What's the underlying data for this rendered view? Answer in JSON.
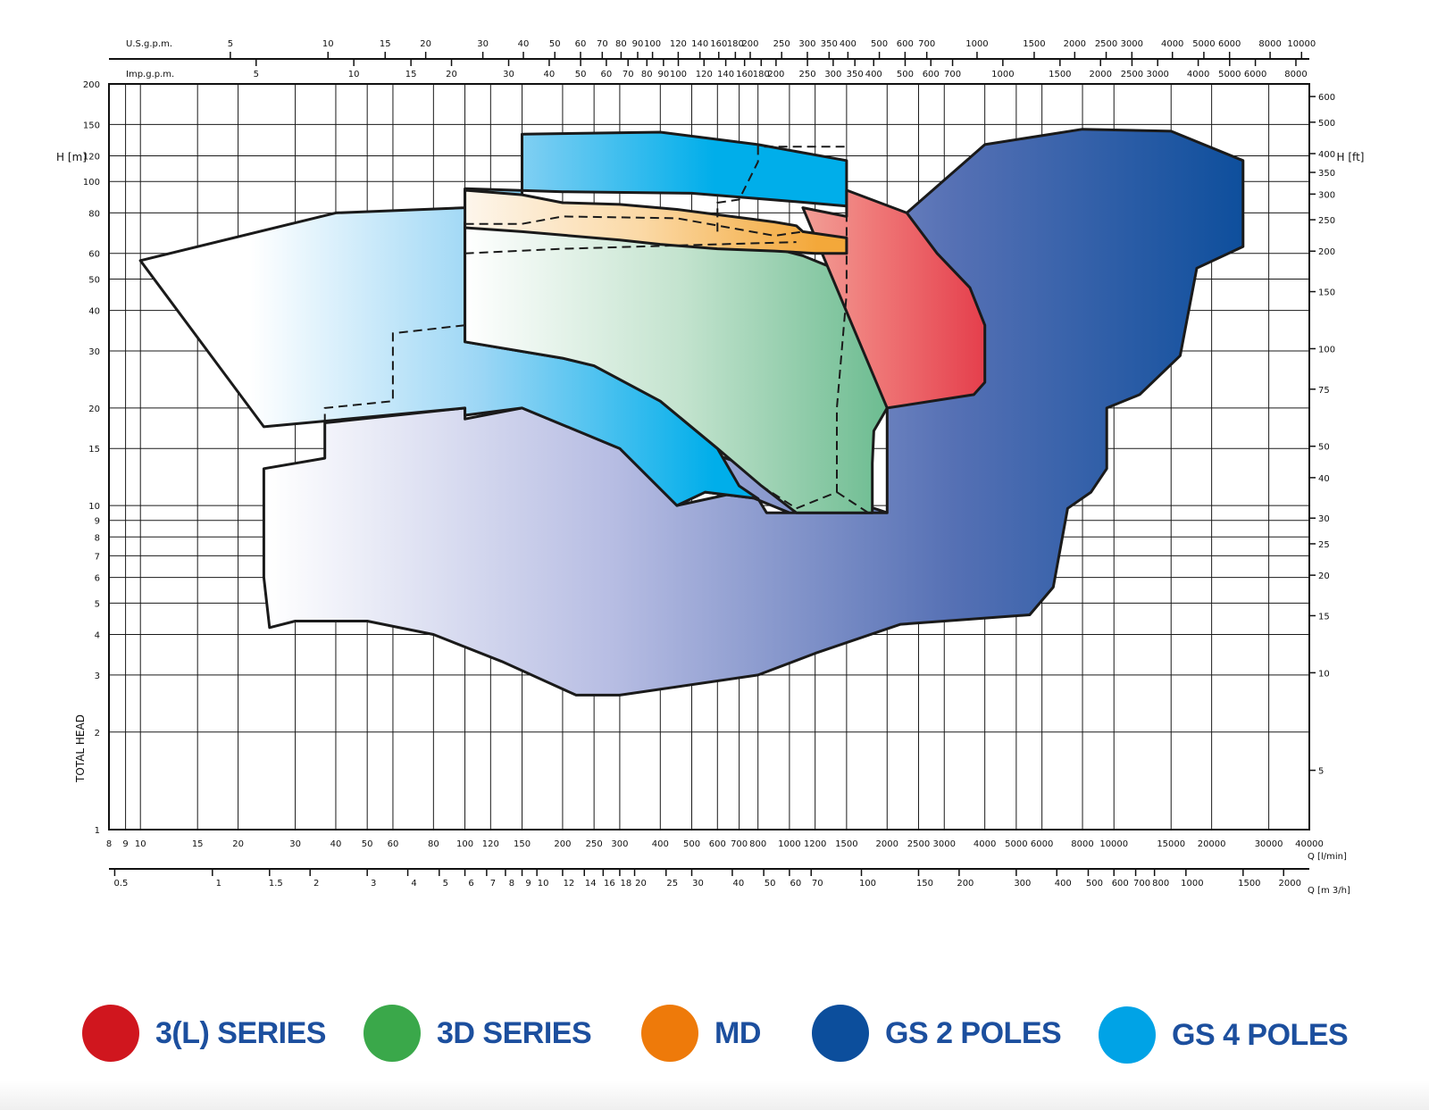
{
  "chart_data": {
    "type": "area",
    "scale": {
      "x": "log",
      "y": "log"
    },
    "x_axis_bottom_lmin": {
      "ticks": [
        "8",
        "9",
        "10",
        "15",
        "20",
        "30",
        "40",
        "50",
        "60",
        "80",
        "100",
        "120",
        "150",
        "200",
        "250",
        "300",
        "400",
        "500",
        "600",
        "700",
        "800",
        "1000",
        "1200",
        "1500",
        "2000",
        "2500",
        "3000",
        "4000",
        "5000",
        "6000",
        "8000",
        "10000",
        "15000",
        "20000",
        "30000",
        "40000"
      ],
      "label": "Q [l/min]",
      "range": [
        8,
        40000
      ]
    },
    "x_axis_m3h": {
      "ticks": [
        "0.5",
        "1",
        "1.5",
        "2",
        "3",
        "4",
        "5",
        "6",
        "7",
        "8",
        "9",
        "10",
        "12",
        "14",
        "16",
        "18",
        "20",
        "25",
        "30",
        "40",
        "50",
        "60",
        "70",
        "100",
        "150",
        "200",
        "300",
        "400",
        "500",
        "600",
        "700",
        "800",
        "1000",
        "1500",
        "2000"
      ],
      "label": "Q [m 3/h]"
    },
    "x_axis_usgpm": {
      "ticks": [
        "5",
        "10",
        "15",
        "20",
        "30",
        "40",
        "50",
        "60",
        "70",
        "80",
        "90",
        "100",
        "120",
        "140",
        "160",
        "180",
        "200",
        "250",
        "300",
        "350",
        "400",
        "500",
        "600",
        "700",
        "1000",
        "1500",
        "2000",
        "2500",
        "3000",
        "4000",
        "5000",
        "6000",
        "8000",
        "10000"
      ],
      "label": "U.S.g.p.m."
    },
    "x_axis_impgpm": {
      "ticks": [
        "5",
        "10",
        "15",
        "20",
        "30",
        "40",
        "50",
        "60",
        "70",
        "80",
        "90",
        "100",
        "120",
        "140",
        "160",
        "180",
        "200",
        "250",
        "300",
        "350",
        "400",
        "500",
        "600",
        "700",
        "1000",
        "1500",
        "2000",
        "2500",
        "3000",
        "4000",
        "5000",
        "6000",
        "8000"
      ],
      "label": "Imp.g.p.m."
    },
    "y_axis_m": {
      "ticks": [
        "1",
        "2",
        "3",
        "4",
        "5",
        "6",
        "7",
        "8",
        "9",
        "10",
        "15",
        "20",
        "30",
        "40",
        "50",
        "60",
        "80",
        "100",
        "120",
        "150",
        "200"
      ],
      "label": "H [m]",
      "side_title": "TOTAL HEAD",
      "range": [
        1,
        200
      ]
    },
    "y_axis_ft": {
      "ticks": [
        "5",
        "10",
        "15",
        "20",
        "25",
        "30",
        "40",
        "50",
        "75",
        "100",
        "150",
        "200",
        "250",
        "300",
        "350",
        "400",
        "500",
        "600"
      ],
      "label": "H [ft]"
    },
    "grid": true,
    "legend_position": "bottom",
    "series": [
      {
        "name": "3(L) SERIES",
        "color": "#d0161e",
        "polygon": [
          [
            1100,
            83
          ],
          [
            1500,
            78
          ],
          [
            1500,
            94
          ],
          [
            2300,
            80
          ],
          [
            2850,
            60
          ],
          [
            3600,
            47
          ],
          [
            4000,
            36
          ],
          [
            4000,
            24
          ],
          [
            3700,
            22
          ],
          [
            2000,
            20
          ]
        ]
      },
      {
        "name": "3D SERIES",
        "color": "#3aa84a",
        "polygon": [
          [
            100,
            75
          ],
          [
            300,
            68
          ],
          [
            450,
            65
          ],
          [
            800,
            64
          ],
          [
            1100,
            59
          ],
          [
            1500,
            52
          ],
          [
            2000,
            45
          ],
          [
            2000,
            20
          ],
          [
            1820,
            17
          ],
          [
            1800,
            13.5
          ],
          [
            1800,
            9.5
          ],
          [
            1050,
            9.5
          ],
          [
            820,
            11.5
          ],
          [
            600,
            15
          ],
          [
            400,
            21
          ],
          [
            250,
            27
          ],
          [
            200,
            28.5
          ],
          [
            100,
            32
          ]
        ]
      },
      {
        "name": "MD",
        "color": "#ee7a0a",
        "polygon": [
          [
            100,
            94
          ],
          [
            150,
            91
          ],
          [
            200,
            86
          ],
          [
            300,
            85
          ],
          [
            450,
            82
          ],
          [
            600,
            79
          ],
          [
            900,
            75
          ],
          [
            1050,
            73
          ],
          [
            1100,
            70
          ],
          [
            1500,
            67
          ],
          [
            1500,
            60
          ],
          [
            1200,
            60
          ],
          [
            900,
            61
          ],
          [
            600,
            62
          ],
          [
            400,
            64
          ],
          [
            300,
            66
          ],
          [
            150,
            70
          ],
          [
            100,
            72
          ]
        ]
      },
      {
        "name": "GS 2 POLES",
        "color": "#0c4e9c",
        "polygon": [
          [
            10,
            57
          ],
          [
            30,
            69
          ],
          [
            100,
            82
          ],
          [
            100,
            32
          ],
          [
            200,
            28
          ],
          [
            300,
            25
          ],
          [
            450,
            20
          ],
          [
            550,
            11
          ],
          [
            800,
            10.5
          ],
          [
            850,
            9.5
          ],
          [
            2000,
            9.5
          ],
          [
            2000,
            45
          ],
          [
            1500,
            52
          ],
          [
            2300,
            80
          ],
          [
            4000,
            130
          ],
          [
            8000,
            145
          ],
          [
            15000,
            143
          ],
          [
            25000,
            116
          ],
          [
            25000,
            63
          ],
          [
            18000,
            54
          ],
          [
            16000,
            29
          ],
          [
            12000,
            22
          ],
          [
            9500,
            20
          ],
          [
            9500,
            13
          ],
          [
            8500,
            11
          ],
          [
            7200,
            9.8
          ],
          [
            6500,
            5.6
          ],
          [
            5500,
            4.6
          ],
          [
            3000,
            4.4
          ],
          [
            2200,
            4.3
          ],
          [
            1200,
            3.5
          ],
          [
            800,
            3
          ],
          [
            300,
            2.6
          ],
          [
            220,
            2.6
          ],
          [
            130,
            3.3
          ],
          [
            80,
            4
          ],
          [
            50,
            4.4
          ],
          [
            30,
            4.4
          ],
          [
            25,
            4.2
          ],
          [
            24,
            6
          ],
          [
            24,
            13
          ],
          [
            37,
            14
          ],
          [
            37,
            18
          ],
          [
            100,
            20
          ],
          [
            100,
            18.5
          ],
          [
            150,
            20
          ],
          [
            300,
            15
          ],
          [
            450,
            10
          ],
          [
            700,
            11
          ],
          [
            1000,
            9.5
          ],
          [
            2000,
            9.5
          ]
        ]
      },
      {
        "name": "GS 4 POLES",
        "color": "#00a3e6",
        "polygon": [
          [
            150,
            140
          ],
          [
            400,
            142
          ],
          [
            800,
            130
          ],
          [
            1500,
            116
          ],
          [
            1500,
            84
          ],
          [
            1000,
            87
          ],
          [
            500,
            92
          ],
          [
            200,
            93
          ],
          [
            100,
            95
          ],
          [
            100,
            83
          ],
          [
            40,
            80
          ],
          [
            10,
            57
          ],
          [
            24,
            17.5
          ],
          [
            100,
            20
          ],
          [
            100,
            19
          ],
          [
            150,
            20
          ],
          [
            300,
            15
          ],
          [
            450,
            10
          ],
          [
            550,
            11
          ],
          [
            800,
            10.5
          ],
          [
            700,
            11.5
          ],
          [
            600,
            15
          ],
          [
            400,
            21
          ],
          [
            250,
            27
          ],
          [
            200,
            28.5
          ],
          [
            100,
            32
          ],
          [
            100,
            72
          ],
          [
            150,
            70
          ],
          [
            150,
            140
          ]
        ]
      }
    ],
    "legend": [
      {
        "label": "3(L) SERIES",
        "color": "#d0161e"
      },
      {
        "label": "3D SERIES",
        "color": "#3aa84a"
      },
      {
        "label": "MD",
        "color": "#ee7a0a"
      },
      {
        "label": "GS 2 POLES",
        "color": "#0c4e9c"
      },
      {
        "label": "GS 4 POLES",
        "color": "#00a3e6"
      }
    ]
  }
}
